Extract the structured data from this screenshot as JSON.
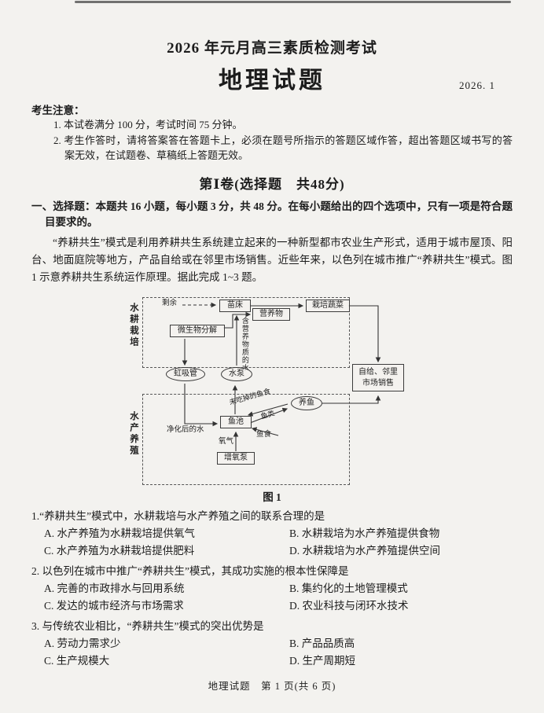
{
  "header": {
    "exam_title": "2026 年元月高三素质检测考试",
    "paper_title": "地理试题",
    "date": "2026. 1"
  },
  "notice": {
    "label": "考生注意：",
    "item1": "1. 本试卷满分 100 分，考试时间 75 分钟。",
    "item2": "2. 考生作答时，请将答案答在答题卡上，必须在题号所指示的答题区域作答，超出答题区域书写的答案无效，在试题卷、草稿纸上答题无效。"
  },
  "section": {
    "title": "第Ⅰ卷(选择题　共48分)",
    "intro": "一、选择题：本题共 16 小题，每小题 3 分，共 48 分。在每小题给出的四个选项中，只有一项是符合题目要求的。"
  },
  "passage": "“养耕共生”模式是利用养耕共生系统建立起来的一种新型都市农业生产形式，适用于城市屋顶、阳台、地面庭院等地方，产品自给或在邻里市场销售。近些年来，以色列在城市推广“养耕共生”模式。图 1 示意养耕共生系统运作原理。据此完成 1~3 题。",
  "diagram": {
    "section_top": "水耕栽培",
    "section_bottom": "水产养殖",
    "nodes": {
      "surplus": "剩余",
      "seedbed": "苗床",
      "nutrients": "营养物",
      "vegetables": "栽培蔬菜",
      "microbes": "微生物分解",
      "nutrient_water": "含营养物质的水",
      "siphon": "虹吸管",
      "pump": "水泵",
      "market": "自给、邻里市场销售",
      "uneaten_feed": "未吃掉的鱼食",
      "fish_farming": "养鱼",
      "fish_tank": "鱼池",
      "fish": "鱼类",
      "fish_feed": "鱼食",
      "purified_water": "净化后的水",
      "oxygen": "氧气",
      "aerator": "增氧泵"
    }
  },
  "figure": {
    "caption": "图 1"
  },
  "questions": [
    {
      "stem": "1.“养耕共生”模式中，水耕栽培与水产养殖之间的联系合理的是",
      "options": [
        "A. 水产养殖为水耕栽培提供氧气",
        "B. 水耕栽培为水产养殖提供食物",
        "C. 水产养殖为水耕栽培提供肥料",
        "D. 水耕栽培为水产养殖提供空间"
      ]
    },
    {
      "stem": "2. 以色列在城市中推广“养耕共生”模式，其成功实施的根本性保障是",
      "options": [
        "A. 完善的市政排水与回用系统",
        "B. 集约化的土地管理模式",
        "C. 发达的城市经济与市场需求",
        "D. 农业科技与闭环水技术"
      ]
    },
    {
      "stem": "3. 与传统农业相比，“养耕共生”模式的突出优势是",
      "options": [
        "A. 劳动力需求少",
        "B. 产品品质高",
        "C. 生产规模大",
        "D. 生产周期短"
      ]
    }
  ],
  "footer": "地理试题　第 1 页(共 6 页)"
}
